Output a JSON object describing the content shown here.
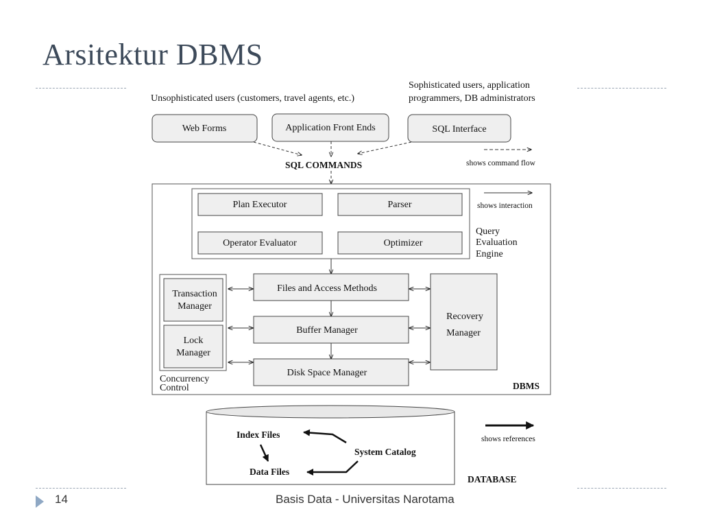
{
  "slide": {
    "title": "Arsitektur DBMS",
    "page_number": "14",
    "footer": "Basis Data - Universitas Narotama"
  },
  "diagram": {
    "unsophisticated_users": "Unsophisticated users (customers, travel agents, etc.)",
    "sophisticated_users_line1": "Sophisticated users, application",
    "sophisticated_users_line2": "programmers, DB administrators",
    "web_forms": "Web Forms",
    "app_front_ends": "Application Front Ends",
    "sql_interface": "SQL Interface",
    "sql_commands": "SQL COMMANDS",
    "legend_command_flow": "shows command flow",
    "legend_interaction": "shows interaction",
    "legend_references": "shows references",
    "plan_executor": "Plan Executor",
    "parser": "Parser",
    "operator_evaluator": "Operator Evaluator",
    "optimizer": "Optimizer",
    "qee_line1": "Query",
    "qee_line2": "Evaluation",
    "qee_line3": "Engine",
    "files_access": "Files and Access Methods",
    "buffer_manager": "Buffer Manager",
    "disk_space_manager": "Disk Space Manager",
    "transaction_line1": "Transaction",
    "transaction_line2": "Manager",
    "lock_line1": "Lock",
    "lock_line2": "Manager",
    "concurrency_line1": "Concurrency",
    "concurrency_line2": "Control",
    "recovery_line1": "Recovery",
    "recovery_line2": "Manager",
    "dbms": "DBMS",
    "index_files": "Index Files",
    "system_catalog": "System Catalog",
    "data_files": "Data Files",
    "database": "DATABASE"
  }
}
